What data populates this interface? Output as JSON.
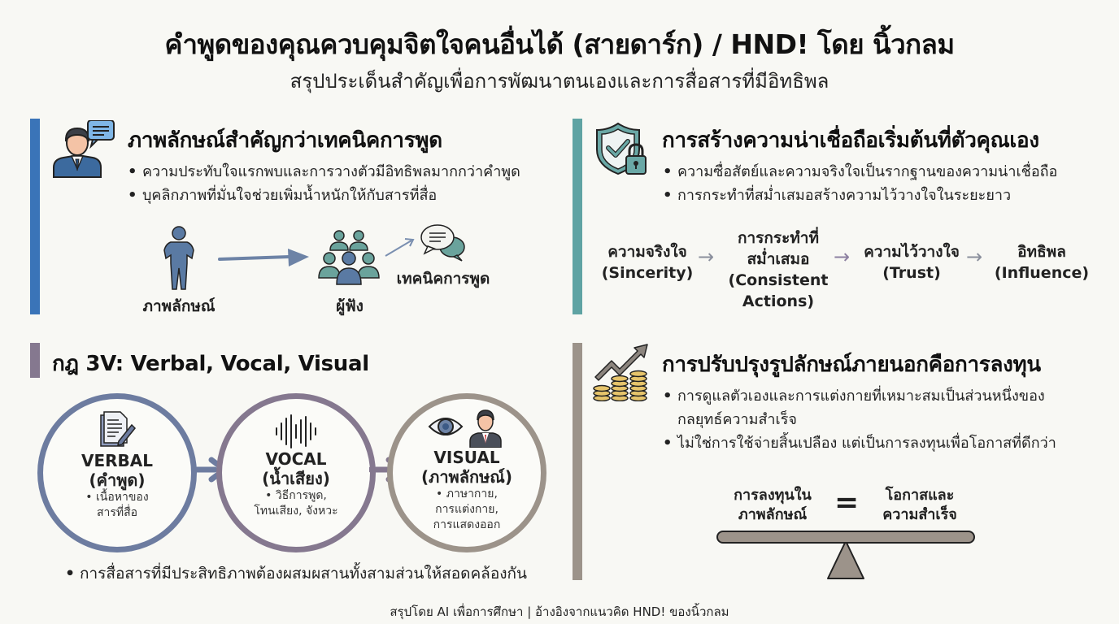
{
  "header": {
    "title": "คำพูดของคุณควบคุมจิตใจคนอื่นได้ (สายดาร์ก) / HND! โดย นิ้วกลม",
    "subtitle": "สรุปประเด็นสำคัญเพื่อการพัฒนาตนเองและการสื่อสารที่มีอิทธิพล"
  },
  "colors": {
    "card1_accent": "#3a74b8",
    "card2_accent": "#5fa3a3",
    "card3_accent": "#85788f",
    "card4_accent": "#9c938a",
    "background": "#f8f8f4"
  },
  "card_image": {
    "icon": "person-speech-bubble-icon",
    "title": "ภาพลักษณ์สำคัญกว่าเทคนิคการพูด",
    "bullets": [
      "ความประทับใจแรกพบและการวางตัวมีอิทธิพลมากกว่าคำพูด",
      "บุคลิกภาพที่มั่นใจช่วยเพิ่มน้ำหนักให้กับสารที่สื่อ"
    ],
    "diagram": {
      "person_label": "ภาพลักษณ์",
      "audience_label": "ผู้ฟัง",
      "technique_label": "เทคนิคการพูด"
    }
  },
  "card_trust": {
    "icon": "shield-check-lock-icon",
    "title": "การสร้างความน่าเชื่อถือเริ่มต้นที่ตัวคุณเอง",
    "bullets": [
      "ความซื่อสัตย์และความจริงใจเป็นรากฐานของความน่าเชื่อถือ",
      "การกระทำที่สม่ำเสมอสร้างความไว้วางใจในระยะยาว"
    ],
    "flow": [
      {
        "th": "ความจริงใจ",
        "en": "(Sincerity)"
      },
      {
        "th": "การกระทำที่ สม่ำเสมอ",
        "th1": "การกระทำที่",
        "th2": "สม่ำเสมอ",
        "en": "(Consistent Actions)",
        "en1": "(Consistent",
        "en2": "Actions)"
      },
      {
        "th": "ความไว้วางใจ",
        "en": "(Trust)"
      },
      {
        "th": "อิทธิพล",
        "en": "(Influence)"
      }
    ],
    "arrow_glyph": "→"
  },
  "card_3v": {
    "title": "กฎ 3V: Verbal, Vocal, Visual",
    "circles": [
      {
        "icon": "document-pen-icon",
        "name": "VERBAL",
        "th": "(คำพูด)",
        "desc1": "• เนื้อหาของ",
        "desc2": "สารที่สื่อ",
        "desc3": ""
      },
      {
        "icon": "sound-wave-icon",
        "name": "VOCAL",
        "th": "(น้ำเสียง)",
        "desc1": "• วิธีการพูด,",
        "desc2": "โทนเสียง, จังหวะ",
        "desc3": ""
      },
      {
        "icon": "eye-person-icon",
        "name": "VISUAL",
        "th": "(ภาพลักษณ์)",
        "desc1": "• ภาษากาย,",
        "desc2": "การแต่งกาย,",
        "desc3": "การแสดงออก"
      }
    ],
    "note": "การสื่อสารที่มีประสิทธิภาพต้องผสมผสานทั้งสามส่วนให้สอดคล้องกัน"
  },
  "card_invest": {
    "icon": "growth-coins-icon",
    "title": "การปรับปรุงรูปลักษณ์ภายนอกคือการลงทุน",
    "bullets": [
      "การดูแลตัวเองและการแต่งกายที่เหมาะสมเป็นส่วนหนึ่งของกลยุทธ์ความสำเร็จ",
      "ไม่ใช่การใช้จ่ายสิ้นเปลือง แต่เป็นการลงทุนเพื่อโอกาสที่ดีกว่า"
    ],
    "balance": {
      "left1": "การลงทุนใน",
      "left2": "ภาพลักษณ์",
      "equals": "=",
      "right1": "โอกาสและ",
      "right2": "ความสำเร็จ"
    }
  },
  "footer": {
    "text": "สรุปโดย AI เพื่อการศึกษา | อ้างอิงจากแนวคิด HND! ของนิ้วกลม"
  }
}
